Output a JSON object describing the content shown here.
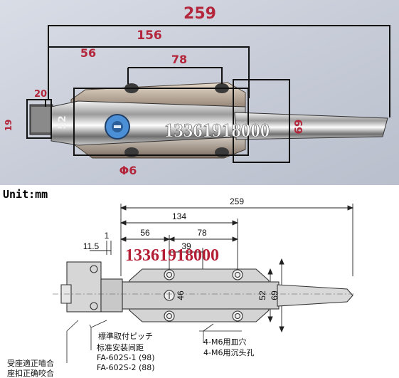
{
  "photo": {
    "dims": {
      "overall": "259",
      "length_156": "156",
      "pitch_56": "56",
      "pitch_78": "78",
      "offset_20": "20",
      "height_19": "19",
      "height_52": "52",
      "height_69": "69",
      "hole_dia": "Φ6"
    },
    "watermark": "13361918000"
  },
  "drawing": {
    "unit_label": "Unit:mm",
    "dims": {
      "overall": "259",
      "length_134": "134",
      "pitch_56": "56",
      "pitch_78": "78",
      "dim_39": "39",
      "dim_11_5": "11.5",
      "dim_1": "1",
      "dim_46": "46",
      "dim_52": "52",
      "dim_69": "69"
    },
    "watermark": "13361918000",
    "callout_jp": "標準取付ピッチ",
    "callout_cn": "标准安装间距",
    "models": [
      "FA-602S-1 (98)",
      "FA-602S-2 (88)"
    ],
    "holes_jp": "4-M6用皿穴",
    "holes_cn": "4-M6用沉头孔",
    "striker_jp": "受座適正嚙合",
    "striker_cn": "座扣正确咬合"
  }
}
